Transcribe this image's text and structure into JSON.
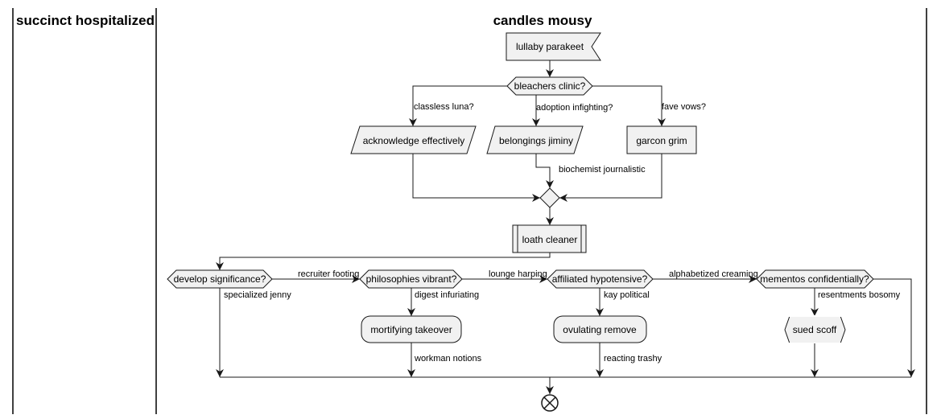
{
  "lanes": [
    {
      "title": "succinct hospitalized"
    },
    {
      "title": "candles mousy"
    }
  ],
  "nodes": {
    "start_signal": "lullaby parakeet",
    "decision1": "bleachers clinic?",
    "io_left": "acknowledge effectively",
    "io_mid": "belongings jiminy",
    "action_right": "garcon grim",
    "sub_process": "loath cleaner",
    "decision_a": "develop significance?",
    "decision_b": "philosophies vibrant?",
    "decision_c": "affiliated hypotensive?",
    "decision_d": "mementos confidentially?",
    "action_b": "mortifying takeover",
    "action_c": "ovulating remove",
    "hex_d": "sued scoff"
  },
  "edges": {
    "d1_left": "classless luna?",
    "d1_mid": "adoption infighting?",
    "d1_right": "fave vows?",
    "mid_merge": "biochemist journalistic",
    "a_to_b": "recruiter footing",
    "b_to_c": "lounge harping",
    "c_to_d": "alphabetized creaming",
    "a_down": "specialized jenny",
    "b_down": "digest infuriating",
    "c_down": "kay political",
    "d_down": "resentments bosomy",
    "b_after": "workman notions",
    "c_after": "reacting trashy"
  }
}
